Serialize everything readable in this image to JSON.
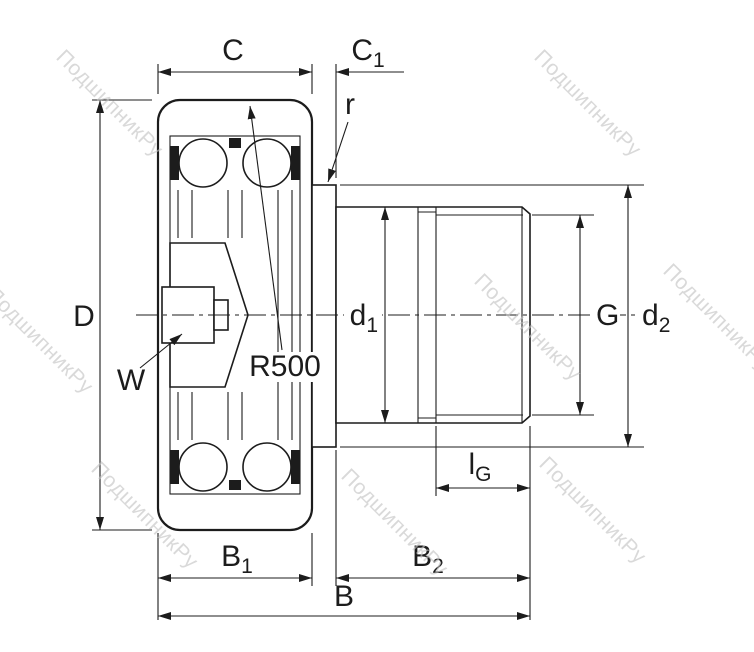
{
  "watermark": {
    "text": "ПодшипникРу"
  },
  "drawing": {
    "description": "Cross-section technical drawing of a stud-type track roller bearing (cam follower) with dimension callouts",
    "colors": {
      "line": "#1c1c1c",
      "watermark": "#c2c2c2",
      "background": "#ffffff"
    }
  },
  "labels": {
    "C": {
      "base": "C",
      "sub": ""
    },
    "C1": {
      "base": "C",
      "sub": "1"
    },
    "r": {
      "base": "r",
      "sub": ""
    },
    "D": {
      "base": "D",
      "sub": ""
    },
    "W": {
      "base": "W",
      "sub": ""
    },
    "R500": {
      "base": "R500",
      "sub": ""
    },
    "d1": {
      "base": "d",
      "sub": "1"
    },
    "G": {
      "base": "G",
      "sub": ""
    },
    "d2": {
      "base": "d",
      "sub": "2"
    },
    "lG": {
      "base": "l",
      "sub": "G"
    },
    "B1": {
      "base": "B",
      "sub": "1"
    },
    "B2": {
      "base": "B",
      "sub": "2"
    },
    "B": {
      "base": "B",
      "sub": ""
    }
  }
}
